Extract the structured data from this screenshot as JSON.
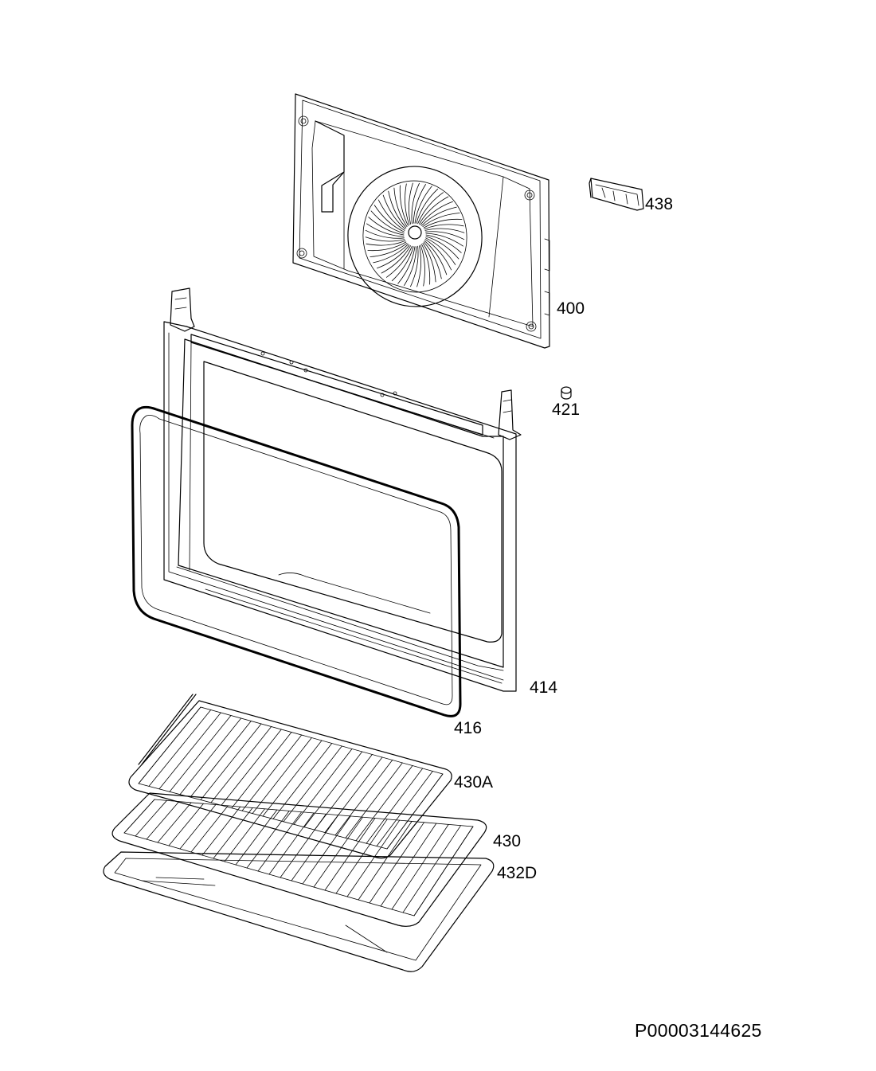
{
  "document_code": "P00003144625",
  "parts": [
    {
      "id": "back_panel",
      "label": "400"
    },
    {
      "id": "fixing_part",
      "label": "438"
    },
    {
      "id": "screw",
      "label": "421"
    },
    {
      "id": "oven_frame",
      "label": "414"
    },
    {
      "id": "door_gasket",
      "label": "416"
    },
    {
      "id": "wire_shelf",
      "label": "430A"
    },
    {
      "id": "grill_rack",
      "label": "430"
    },
    {
      "id": "baking_tray",
      "label": "432D"
    }
  ]
}
